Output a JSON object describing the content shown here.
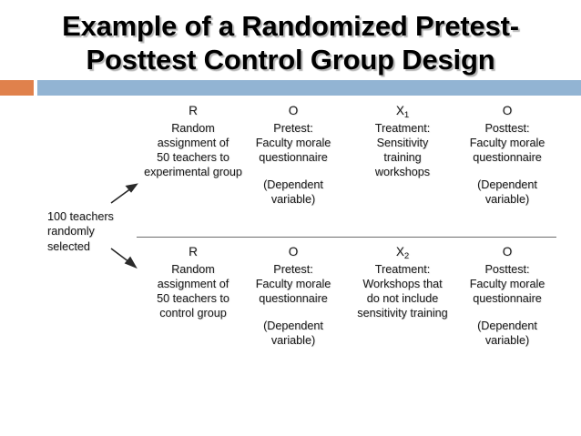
{
  "slide": {
    "title": "Example of a Randomized Pretest-\nPosttest Control Group Design",
    "accent_orange": "#e0814c",
    "accent_blue": "#92b4d3",
    "background": "#ffffff"
  },
  "diagram": {
    "source_label": "100 teachers\nrandomly\nselected",
    "divider_present": true,
    "columns": [
      {
        "name": "assignment",
        "symbol": "R"
      },
      {
        "name": "pretest",
        "symbol": "O"
      },
      {
        "name": "treatment",
        "symbol": "X"
      },
      {
        "name": "posttest",
        "symbol": "O"
      }
    ],
    "rows": [
      {
        "name": "experimental-group-row",
        "assignment": {
          "symbol": "R",
          "text": "Random\nassignment of\n50 teachers to\nexperimental group"
        },
        "pretest": {
          "symbol": "O",
          "text": "Pretest:\nFaculty morale\nquestionnaire",
          "note": "(Dependent\nvariable)"
        },
        "treatment": {
          "symbol": "X",
          "subscript": "1",
          "text": "Treatment:\nSensitivity\ntraining\nworkshops"
        },
        "posttest": {
          "symbol": "O",
          "text": "Posttest:\nFaculty morale\nquestionnaire",
          "note": "(Dependent\nvariable)"
        }
      },
      {
        "name": "control-group-row",
        "assignment": {
          "symbol": "R",
          "text": "Random\nassignment of\n50 teachers to\ncontrol group"
        },
        "pretest": {
          "symbol": "O",
          "text": "Pretest:\nFaculty morale\nquestionnaire",
          "note": "(Dependent\nvariable)"
        },
        "treatment": {
          "symbol": "X",
          "subscript": "2",
          "text": "Treatment:\nWorkshops that\ndo not include\nsensitivity training"
        },
        "posttest": {
          "symbol": "O",
          "text": "Posttest:\nFaculty morale\nquestionnaire",
          "note": "(Dependent\nvariable)"
        }
      }
    ],
    "arrows": [
      {
        "name": "arrow-to-experimental-group",
        "direction": "up-right"
      },
      {
        "name": "arrow-to-control-group",
        "direction": "down-right"
      }
    ]
  }
}
